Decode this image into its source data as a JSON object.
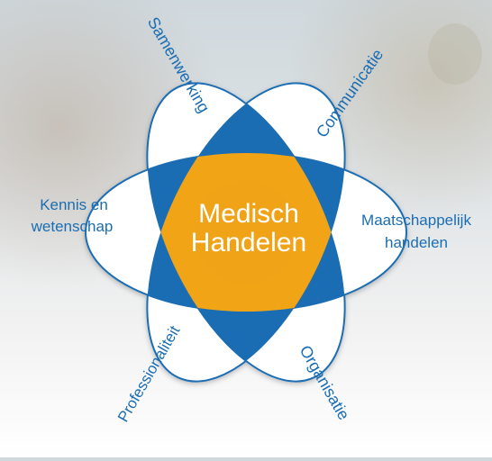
{
  "center": {
    "line1": "Medisch",
    "line2": "Handelen"
  },
  "petals": {
    "top_left": "Samenwerking",
    "top_right": "Communicatie",
    "left_line1": "Kennis en",
    "left_line2": "wetenschap",
    "right_line1": "Maatschappelijk",
    "right_line2": "handelen",
    "bottom_left": "Professionaliteit",
    "bottom_right": "Organisatie"
  },
  "colors": {
    "blue": "#1b6db3",
    "orange": "#f2a417",
    "text_blue": "#1b6db3",
    "center_text": "#ffffff",
    "petal_fill": "#ffffff"
  }
}
